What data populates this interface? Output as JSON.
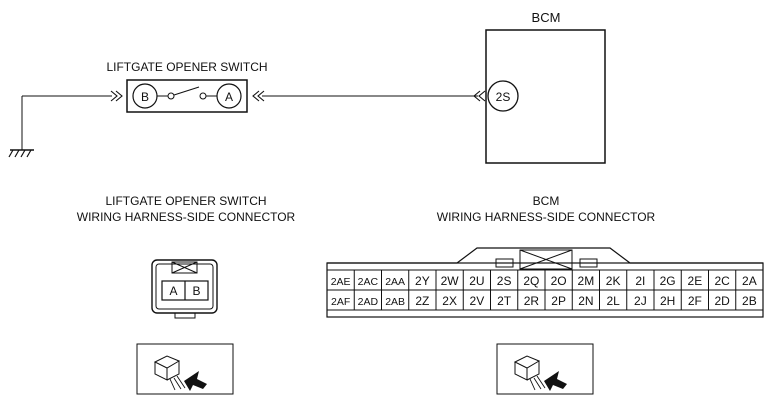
{
  "diagram": {
    "bcm_title": "BCM",
    "switch_title": "LIFTGATE OPENER SWITCH",
    "switch_pin_b": "B",
    "switch_pin_a": "A",
    "bcm_pin": "2S",
    "switch_connector_title_1": "LIFTGATE OPENER SWITCH",
    "switch_connector_title_2": "WIRING HARNESS-SIDE CONNECTOR",
    "bcm_connector_title_1": "BCM",
    "bcm_connector_title_2": "WIRING HARNESS-SIDE CONNECTOR",
    "switch_connector_pins": [
      "A",
      "B"
    ],
    "bcm_connector_top_row": [
      "2AE",
      "2AC",
      "2AA",
      "2Y",
      "2W",
      "2U",
      "2S",
      "2Q",
      "2O",
      "2M",
      "2K",
      "2I",
      "2G",
      "2E",
      "2C",
      "2A"
    ],
    "bcm_connector_bottom_row": [
      "2AF",
      "2AD",
      "2AB",
      "2Z",
      "2X",
      "2V",
      "2T",
      "2R",
      "2P",
      "2N",
      "2L",
      "2J",
      "2H",
      "2F",
      "2D",
      "2B"
    ]
  }
}
